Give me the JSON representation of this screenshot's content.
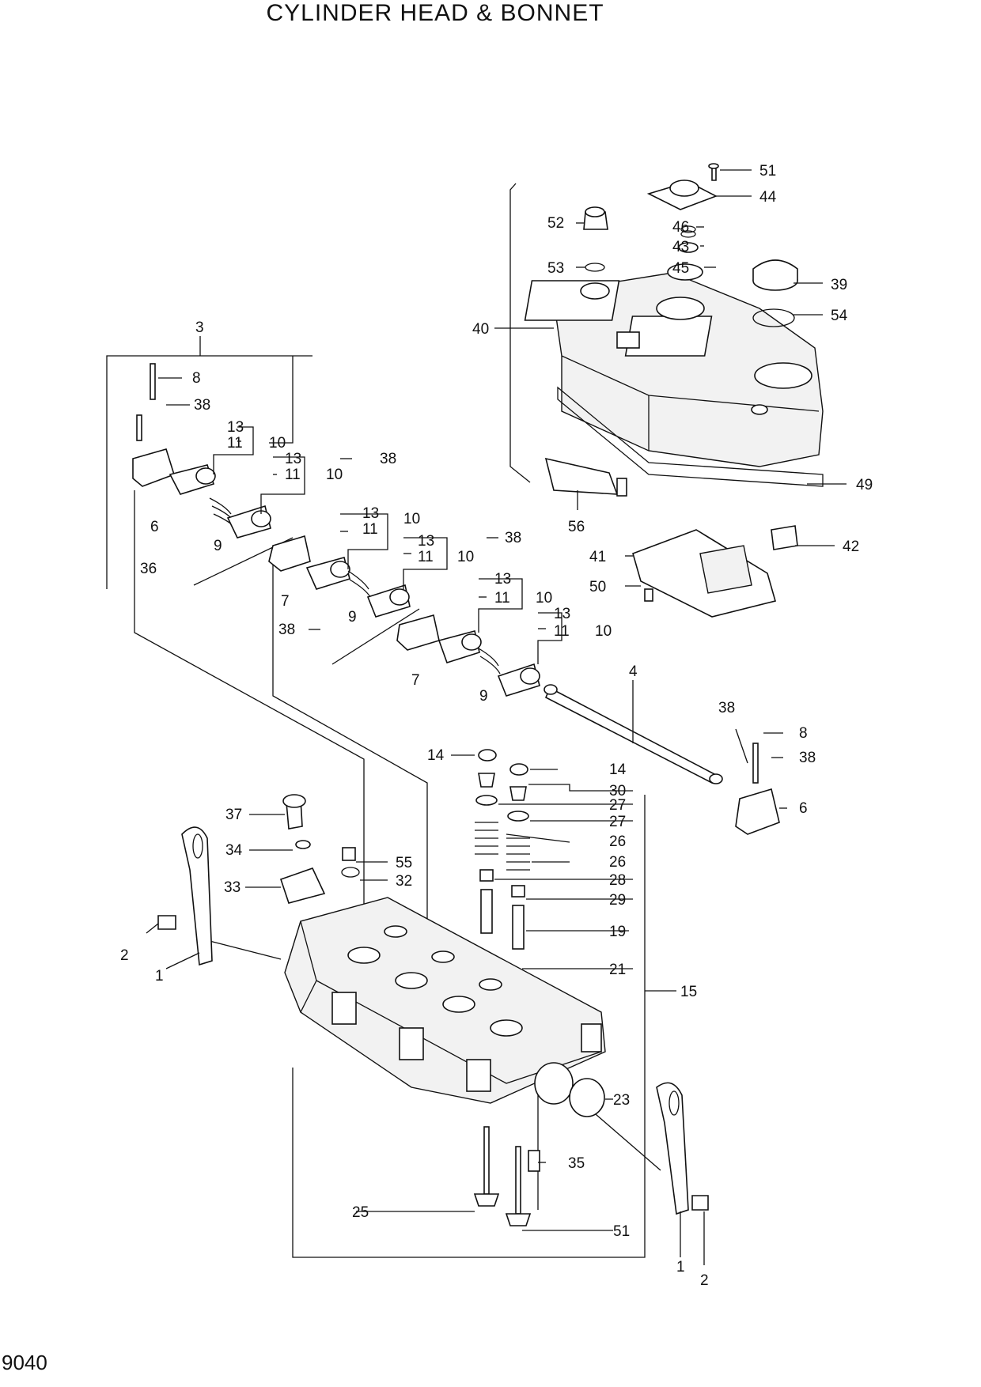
{
  "title": "CYLINDER HEAD & BONNET",
  "page_number": "9040",
  "callouts": {
    "c1a": "1",
    "c1b": "1",
    "c2a": "2",
    "c2b": "2",
    "c3": "3",
    "c4": "4",
    "c6a": "6",
    "c6b": "6",
    "c7a": "7",
    "c7b": "7",
    "c8a": "8",
    "c8b": "8",
    "c9a": "9",
    "c9b": "9",
    "c9c": "9",
    "c10a": "10",
    "c10b": "10",
    "c10c": "10",
    "c10d": "10",
    "c10e": "10",
    "c10f": "10",
    "c11a": "11",
    "c11b": "11",
    "c11c": "11",
    "c11d": "11",
    "c11e": "11",
    "c11f": "11",
    "c13a": "13",
    "c13b": "13",
    "c13c": "13",
    "c13d": "13",
    "c13e": "13",
    "c13f": "13",
    "c14a": "14",
    "c14b": "14",
    "c15": "15",
    "c19": "19",
    "c21": "21",
    "c23": "23",
    "c25": "25",
    "c26a": "26",
    "c26b": "26",
    "c27a": "27",
    "c27b": "27",
    "c28": "28",
    "c29": "29",
    "c30": "30",
    "c32": "32",
    "c33": "33",
    "c34": "34",
    "c35": "35",
    "c36": "36",
    "c37": "37",
    "c38a": "38",
    "c38b": "38",
    "c38c": "38",
    "c38d": "38",
    "c38e": "38",
    "c38f": "38",
    "c39": "39",
    "c40": "40",
    "c41": "41",
    "c42": "42",
    "c43": "43",
    "c44": "44",
    "c45": "45",
    "c46": "46",
    "c49": "49",
    "c50": "50",
    "c51a": "51",
    "c51b": "51",
    "c52": "52",
    "c53": "53",
    "c54": "54",
    "c55": "55",
    "c56": "56"
  }
}
